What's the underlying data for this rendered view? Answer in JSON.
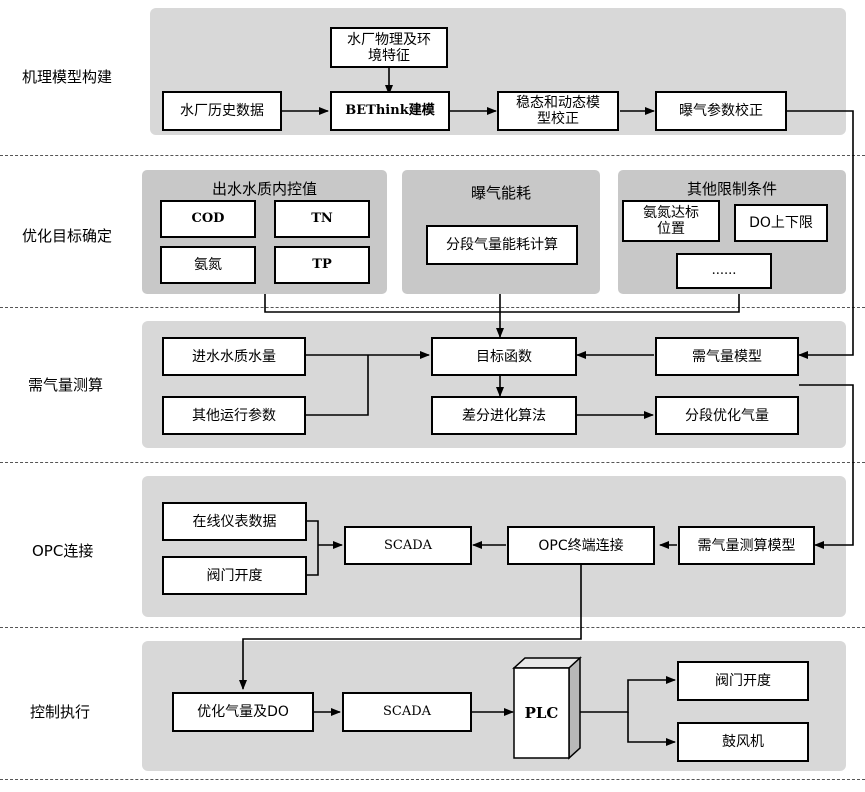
{
  "sections": {
    "modeling": "机理模型构建",
    "objective": "优化目标确定",
    "air_demand": "需气量测算",
    "opc": "OPC连接",
    "control": "控制执行"
  },
  "modeling": {
    "plant_features": [
      "水厂物理及环",
      "境特征"
    ],
    "history_data": "水厂历史数据",
    "bethink": "BEThink建模",
    "calibration": [
      "稳态和动态模",
      "型校正"
    ],
    "aeration_params": "曝气参数校正"
  },
  "objective": {
    "quality_group": "出水水质内控值",
    "cod": "COD",
    "tn": "TN",
    "ammonia": "氨氮",
    "tp": "TP",
    "energy_group": "曝气能耗",
    "segment_energy": "分段气量能耗计算",
    "limits_group": "其他限制条件",
    "ammonia_pos": [
      "氨氮达标",
      "位置"
    ],
    "do_limits": "DO上下限",
    "ellipsis": "......"
  },
  "air_demand": {
    "influent": "进水水质水量",
    "other_params": "其他运行参数",
    "objective_fn": "目标函数",
    "diff_evolution": "差分进化算法",
    "air_model": "需气量模型",
    "segment_air": "分段优化气量"
  },
  "opc": {
    "instrument": "在线仪表数据",
    "valve": "阀门开度",
    "scada": "SCADA",
    "terminal": "OPC终端连接",
    "calc_model": "需气量测算模型"
  },
  "control": {
    "opt_air_do": "优化气量及DO",
    "scada": "SCADA",
    "plc": "PLC",
    "valve": "阀门开度",
    "blower": "鼓风机"
  }
}
